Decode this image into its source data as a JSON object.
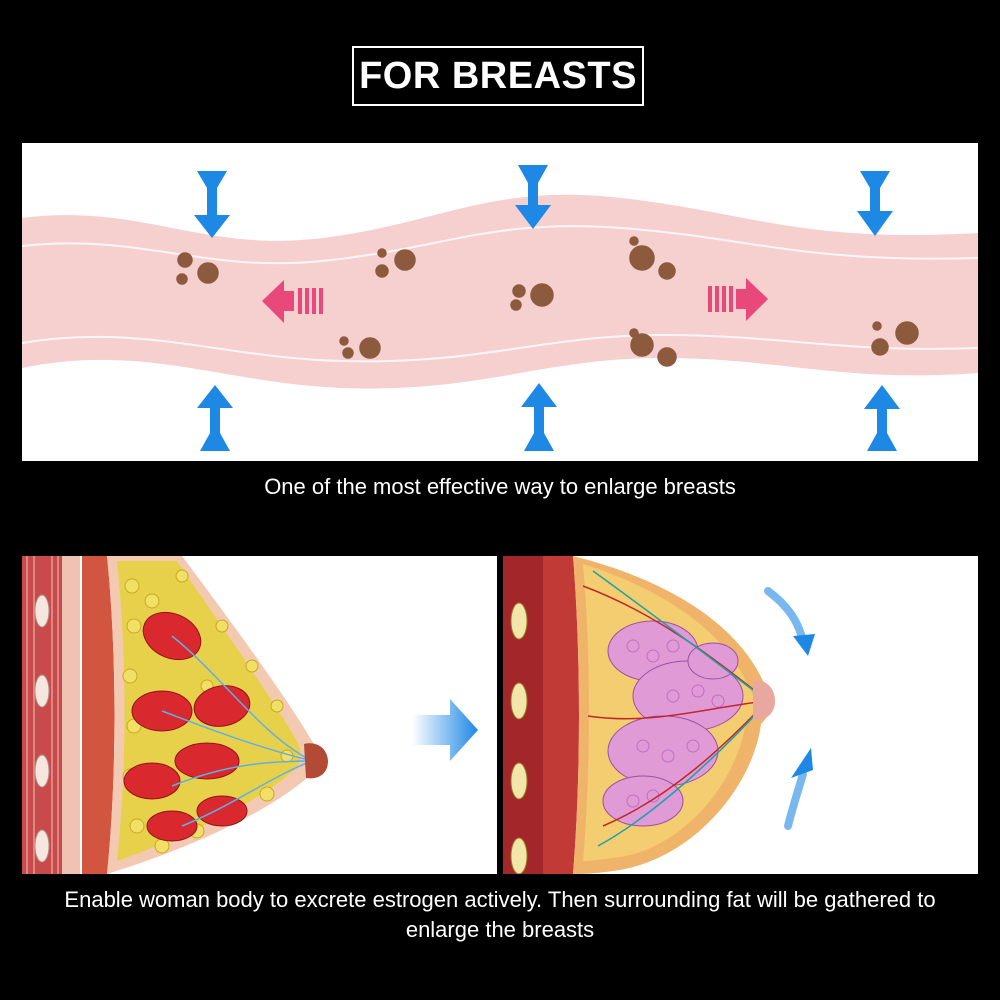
{
  "title": "FOR BREASTS",
  "caption_top": "One of the most effective way to enlarge breasts",
  "caption_bottom": "Enable woman body to excrete estrogen actively. Then surrounding fat will be gathered to enlarge the breasts",
  "colors": {
    "background": "#000000",
    "arrow_blue": "#1e88e5",
    "flow_pink": "#e8497a",
    "vessel": "#f6cfcf",
    "particle": "#8c5a3c"
  },
  "icons": {
    "pressure_arrows": "arrow-down-icon / arrow-up-icon",
    "flow_arrows": "flow-left-arrow-icon / flow-right-arrow-icon",
    "transition": "arrow-right-icon"
  }
}
